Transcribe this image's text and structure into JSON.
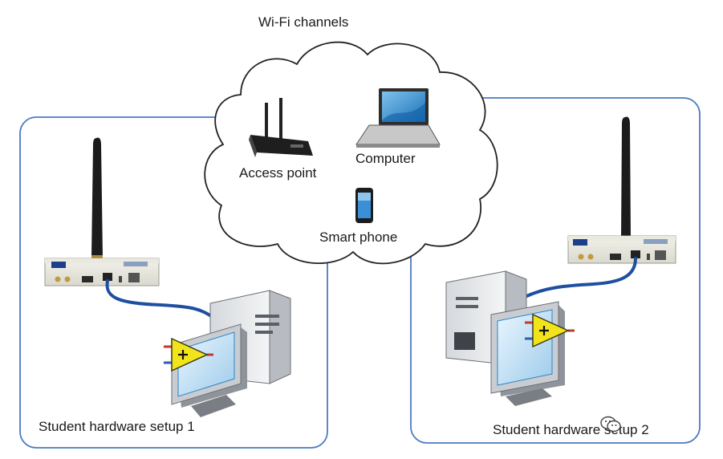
{
  "diagram": {
    "cloud_title": "Wi-Fi channels",
    "cloud_items": {
      "access_point": "Access point",
      "computer": "Computer",
      "smart_phone": "Smart phone"
    },
    "setups": [
      {
        "label": "Student hardware setup 1"
      },
      {
        "label": "Student hardware setup 2"
      }
    ],
    "watermark": {
      "text": "",
      "icon": "wechat-icon"
    },
    "colors": {
      "box_border": "#4a7ac0",
      "cable": "#1e4fa0",
      "amp_fill": "#f2e41a",
      "screen": "#2a86c8"
    }
  }
}
